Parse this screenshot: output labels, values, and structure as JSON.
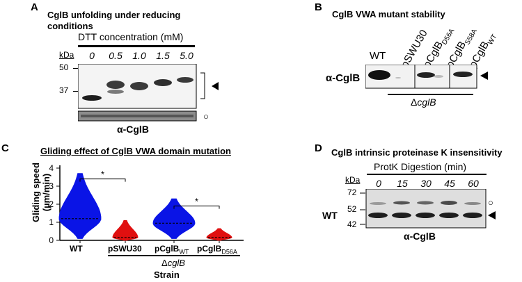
{
  "panelA": {
    "letter": "A",
    "title_line1": "CglB unfolding under reducing",
    "title_line2": "conditions",
    "header": "DTT concentration (mM)",
    "lanes": [
      "0",
      "0.5",
      "1.0",
      "1.5",
      "5.0"
    ],
    "kda_label": "kDa",
    "markers": [
      "50",
      "37"
    ],
    "antibody": "α-CglB"
  },
  "panelB": {
    "letter": "B",
    "title": "CglB VWA mutant stability",
    "lanes": [
      "WT",
      "pSWU30",
      "pCglB",
      "pCglB",
      "pCglB"
    ],
    "lane_subs": [
      "",
      "",
      "D56A",
      "S58A",
      "WT"
    ],
    "antibody": "α-CglB",
    "strain_prefix": "Δ",
    "strain": "cglB"
  },
  "panelC": {
    "letter": "C",
    "title": "Gliding effect of CglB VWA domain mutation",
    "ylabel_line1": "Gliding speed",
    "ylabel_line2": "(µm/min)",
    "yticks": [
      "0",
      "1",
      "2",
      "3",
      "4"
    ],
    "xcats": [
      "WT",
      "pSWU30",
      "pCglB",
      "pCglB"
    ],
    "xcat_subs": [
      "",
      "",
      "WT",
      "D56A"
    ],
    "xlabel": "Strain",
    "strain_prefix": "Δ",
    "strain": "cglB",
    "sig": [
      "*",
      "*"
    ],
    "colors": {
      "blue": "#0a14e6",
      "red": "#e01010"
    }
  },
  "panelD": {
    "letter": "D",
    "title": "CglB intrinsic proteinase K insensitivity",
    "header": "ProtK Digestion (min)",
    "lanes": [
      "0",
      "15",
      "30",
      "45",
      "60"
    ],
    "kda_label": "kDa",
    "markers": [
      "72",
      "52",
      "42"
    ],
    "row_label": "WT",
    "antibody": "α-CglB"
  },
  "chart_data": {
    "type": "violin",
    "title": "Gliding effect of CglB VWA domain mutation",
    "xlabel": "Strain",
    "ylabel": "Gliding speed (µm/min)",
    "ylim": [
      0,
      4
    ],
    "categories": [
      "WT",
      "pSWU30",
      "pCglB WT",
      "pCglB D56A"
    ],
    "series": [
      {
        "name": "WT",
        "median": 1.2,
        "max": 3.7,
        "min": 0.1
      },
      {
        "name": "pSWU30",
        "median": 0.15,
        "max": 1.1,
        "min": 0.0
      },
      {
        "name": "pCglB WT",
        "median": 0.95,
        "max": 2.3,
        "min": 0.1
      },
      {
        "name": "pCglB D56A",
        "median": 0.15,
        "max": 0.65,
        "min": 0.0
      }
    ]
  }
}
